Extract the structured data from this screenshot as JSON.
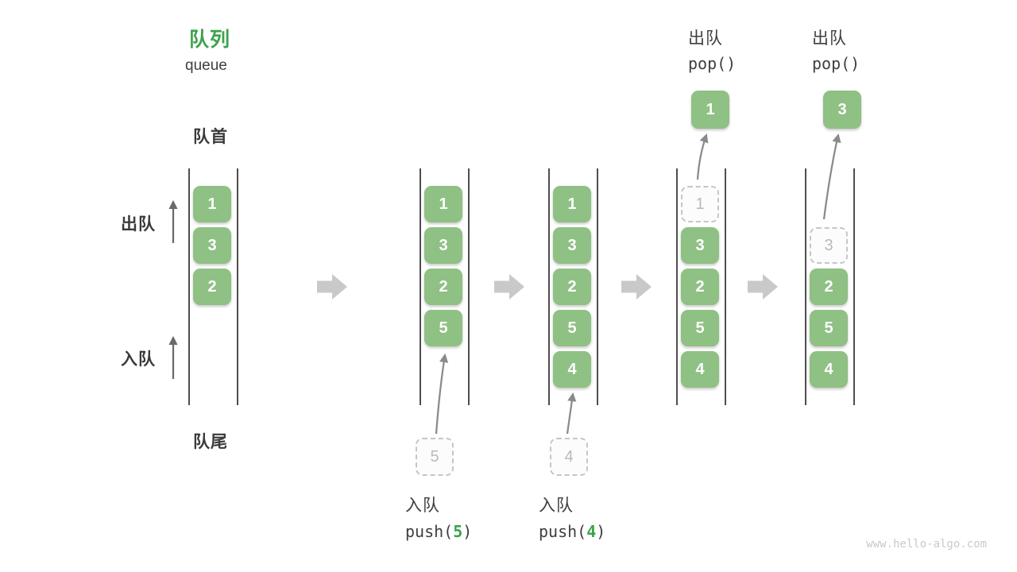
{
  "header": {
    "title_zh": "队列",
    "title_en": "queue"
  },
  "labels": {
    "front": "队首",
    "rear": "队尾",
    "dequeue_side": "出队",
    "enqueue_side": "入队"
  },
  "operations": {
    "push5": {
      "name": "入队",
      "fn_open": "push(",
      "arg": "5",
      "fn_close": ")"
    },
    "push4": {
      "name": "入队",
      "fn_open": "push(",
      "arg": "4",
      "fn_close": ")"
    },
    "pop1": {
      "name": "出队",
      "code": "pop()"
    },
    "pop2": {
      "name": "出队",
      "code": "pop()"
    }
  },
  "states": [
    {
      "slots": [
        {
          "v": "1"
        },
        {
          "v": "3"
        },
        {
          "v": "2"
        }
      ]
    },
    {
      "slots": [
        {
          "v": "1"
        },
        {
          "v": "3"
        },
        {
          "v": "2"
        },
        {
          "v": "5"
        }
      ],
      "staged": "5"
    },
    {
      "slots": [
        {
          "v": "1"
        },
        {
          "v": "3"
        },
        {
          "v": "2"
        },
        {
          "v": "5"
        },
        {
          "v": "4"
        }
      ],
      "staged": "4"
    },
    {
      "slots": [
        {
          "v": "1",
          "removed": true
        },
        {
          "v": "3"
        },
        {
          "v": "2"
        },
        {
          "v": "5"
        },
        {
          "v": "4"
        }
      ],
      "popped": "1"
    },
    {
      "slots": [
        {
          "v": "3",
          "removed": true
        },
        {
          "v": "2"
        },
        {
          "v": "5"
        },
        {
          "v": "4"
        }
      ],
      "popped": "3"
    }
  ],
  "colors": {
    "box_green": "#8fc084",
    "title_green": "#3da24c",
    "block_arrow_gray": "#c9c9c9",
    "thin_arrow_gray": "#8a8a8a",
    "line_dark": "#4e4e4e"
  },
  "watermark": "www.hello-algo.com"
}
